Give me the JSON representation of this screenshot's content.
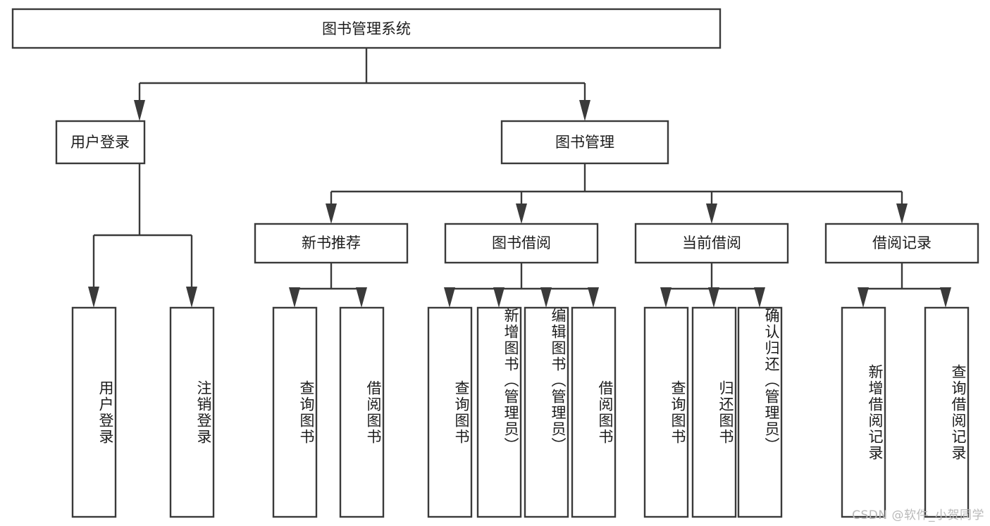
{
  "diagram": {
    "title": "图书管理系统",
    "type": "hierarchy-tree",
    "orientation": "top-down",
    "levels": 4,
    "root": {
      "label": "图书管理系统"
    },
    "level2": [
      {
        "label": "用户登录"
      },
      {
        "label": "图书管理"
      }
    ],
    "level3": [
      {
        "label": "新书推荐"
      },
      {
        "label": "图书借阅"
      },
      {
        "label": "当前借阅"
      },
      {
        "label": "借阅记录"
      }
    ],
    "leaves": {
      "user_login": [
        {
          "label": "用户登录"
        },
        {
          "label": "注销登录"
        }
      ],
      "new_book_recommend": [
        {
          "label": "查询图书"
        },
        {
          "label": "借阅图书"
        }
      ],
      "book_borrow": [
        {
          "label": "查询图书"
        },
        {
          "label": "新增图书（管理员）"
        },
        {
          "label": "编辑图书（管理员）"
        },
        {
          "label": "借阅图书"
        }
      ],
      "current_borrow": [
        {
          "label": "查询图书"
        },
        {
          "label": "归还图书"
        },
        {
          "label": "确认归还（管理员）"
        }
      ],
      "borrow_record": [
        {
          "label": "新增借阅记录"
        },
        {
          "label": "查询借阅记录"
        }
      ]
    }
  },
  "watermark": {
    "text": "CSDN @软件_小贺同学"
  },
  "colors": {
    "stroke": "#3a3a3a",
    "fill": "#ffffff",
    "text": "#1c1c1c",
    "watermark": "#b9b9b9"
  }
}
